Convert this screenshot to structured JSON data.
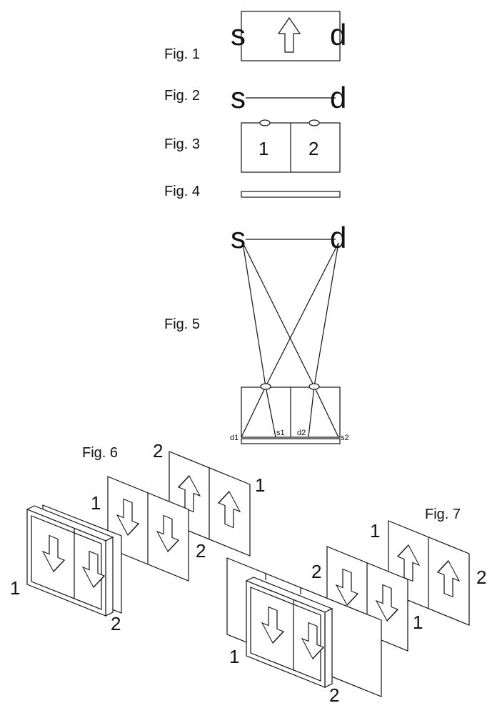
{
  "figures": {
    "fig1": "Fig. 1",
    "fig2": "Fig. 2",
    "fig3": "Fig. 3",
    "fig4": "Fig. 4",
    "fig5": "Fig. 5",
    "fig6": "Fig. 6",
    "fig7": "Fig. 7"
  },
  "labels": {
    "s": "s",
    "d": "d",
    "one": "1",
    "two": "2",
    "d1": "d1",
    "s1": "s1",
    "d2": "d2",
    "s2": "s2"
  },
  "colors": {
    "stroke": "#111111",
    "background": "#ffffff"
  },
  "icons": {
    "arrow_up": "arrow-up-icon",
    "arrow_down": "arrow-down-icon",
    "lens": "lens-icon"
  }
}
